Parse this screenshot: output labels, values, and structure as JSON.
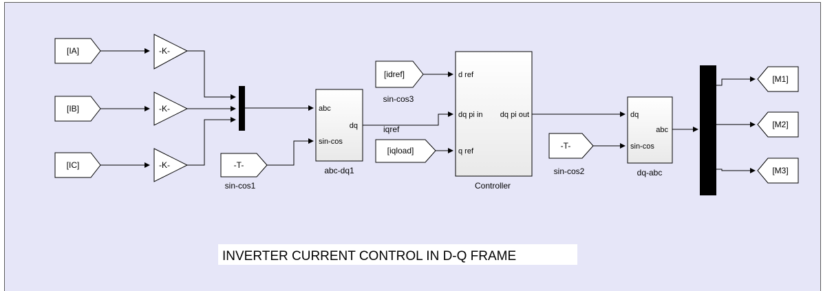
{
  "colors": {
    "canvas_bg": "#e6e6f8",
    "block_fill": "#ffffff",
    "mux_fill": "#000000",
    "line": "#000000",
    "title_bg": "#ffffff"
  },
  "from_tags": {
    "ia": "[IA]",
    "ib": "[IB]",
    "ic": "[IC]",
    "idref": "[idref]",
    "iqload": "[iqload]"
  },
  "goto_tags": {
    "m1": "[M1]",
    "m2": "[M2]",
    "m3": "[M3]"
  },
  "gains": {
    "gain_a": "-K-",
    "gain_b": "-K-",
    "gain_c": "-K-"
  },
  "constants": {
    "const1": {
      "value": "-T-",
      "caption": "sin-cos1"
    },
    "const2": {
      "value": "-T-",
      "caption": "sin-cos2"
    }
  },
  "blocks": {
    "abc_dq1": {
      "caption": "abc-dq1",
      "in_abc": "abc",
      "in_sincos": "sin-cos",
      "out_dq": "dq"
    },
    "controller": {
      "caption": "Controller",
      "in_dref": "d ref",
      "in_dqpiin": "dq pi in",
      "in_qref": "q ref",
      "out_dqpiout": "dq pi out"
    },
    "dq_abc": {
      "caption": "dq-abc",
      "in_dq": "dq",
      "in_sincos": "sin-cos",
      "out_abc": "abc"
    }
  },
  "annotations": {
    "sin_cos3": "sin-cos3",
    "iqref": "iqref"
  },
  "title": "INVERTER CURRENT CONTROL IN D-Q FRAME"
}
